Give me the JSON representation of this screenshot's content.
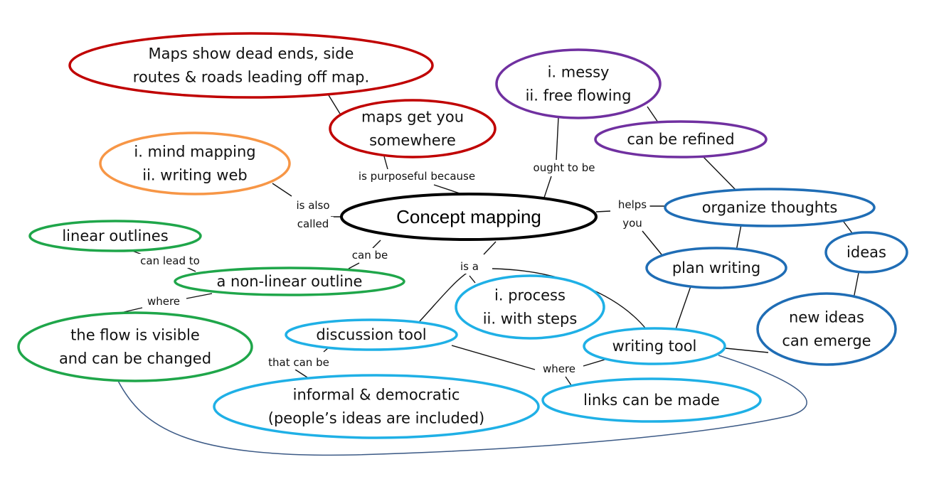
{
  "colors": {
    "central": "#000000",
    "red": "#c00000",
    "purple": "#7030a0",
    "orange": "#f79646",
    "green": "#1fa64a",
    "darkblue": "#1f6db5",
    "lightblue": "#1fb0e6",
    "curve": "#3c5a86"
  },
  "nodes": {
    "central": {
      "lines": [
        "Concept mapping"
      ]
    },
    "maps_show": {
      "lines": [
        "Maps show dead ends, side",
        "routes & roads leading off map."
      ]
    },
    "maps_get": {
      "lines": [
        "maps get you",
        "somewhere"
      ]
    },
    "messy": {
      "lines": [
        "i. messy",
        "ii. free flowing"
      ]
    },
    "refined": {
      "lines": [
        "can be refined"
      ]
    },
    "mind_mapping": {
      "lines": [
        "i. mind mapping",
        "ii. writing web"
      ]
    },
    "organize": {
      "lines": [
        "organize thoughts"
      ]
    },
    "ideas": {
      "lines": [
        "ideas"
      ]
    },
    "linear": {
      "lines": [
        "linear outlines"
      ]
    },
    "plan": {
      "lines": [
        "plan writing"
      ]
    },
    "nonlinear": {
      "lines": [
        "a non-linear outline"
      ]
    },
    "process": {
      "lines": [
        "i. process",
        "ii. with steps"
      ]
    },
    "new_ideas": {
      "lines": [
        "new ideas",
        "can emerge"
      ]
    },
    "flow": {
      "lines": [
        "the flow is visible",
        "and can be changed"
      ]
    },
    "discussion": {
      "lines": [
        "discussion tool"
      ]
    },
    "writing_tool": {
      "lines": [
        "writing tool"
      ]
    },
    "informal": {
      "lines": [
        "informal & democratic",
        "(people’s ideas are included)"
      ]
    },
    "links": {
      "lines": [
        "links can be made"
      ]
    }
  },
  "link_labels": {
    "is_purposeful": [
      "is purposeful because"
    ],
    "ought_to_be": [
      "ought to be"
    ],
    "is_also_called": [
      "is also",
      "called"
    ],
    "helps_you": [
      "helps",
      "you"
    ],
    "can_be": [
      "can be"
    ],
    "can_lead_to": [
      "can lead to"
    ],
    "is_a": [
      "is a"
    ],
    "where_left": [
      "where"
    ],
    "that_can_be": [
      "that can be"
    ],
    "where_bottom": [
      "where"
    ]
  }
}
